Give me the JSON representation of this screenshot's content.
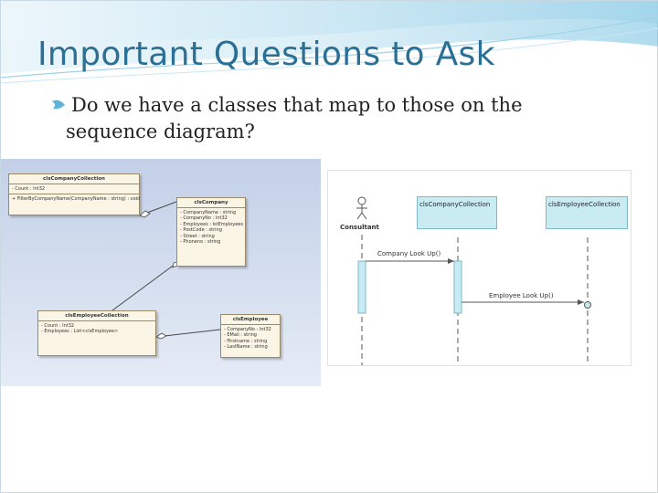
{
  "slide": {
    "title": "Important Questions to Ask",
    "bullet": {
      "line1": "Do we have a classes that map to those on the",
      "line2": "sequence diagram?"
    }
  },
  "colors": {
    "title": "#2b6f95",
    "banner": "#5fb3d6",
    "class_fill": "#fbf5e6",
    "lifeline_fill": "#c9ecf2",
    "left_panel": "#c3d0e7"
  },
  "class_diagram": {
    "classes": [
      {
        "name": "clsCompanyCollection",
        "attributes": [
          "-  Count : Int32"
        ],
        "operations": [
          "+  FilterByCompanyName(CompanyName : string) : void"
        ]
      },
      {
        "name": "clsCompany",
        "attributes": [
          "-  CompanyName : string",
          "-  CompanyNo : Int32",
          "-  Employees : lstEmployees",
          "-  PostCode : string",
          "-  Street : string",
          "-  Phoneno : string"
        ]
      },
      {
        "name": "clsEmployeeCollection",
        "attributes": [
          "-  Count : Int32",
          "-  Employees : List<clsEmployee>"
        ]
      },
      {
        "name": "clsEmployee",
        "attributes": [
          "-  CompanyNo : Int32",
          "-  EMail : string",
          "-  Firstname : string",
          "-  LastName : string"
        ]
      }
    ]
  },
  "sequence_diagram": {
    "actor": "Consultant",
    "lifelines": [
      "clsCompanyCollection",
      "clsEmployeeCollection"
    ],
    "messages": [
      "Company Look Up()",
      "Employee Look Up()"
    ]
  }
}
